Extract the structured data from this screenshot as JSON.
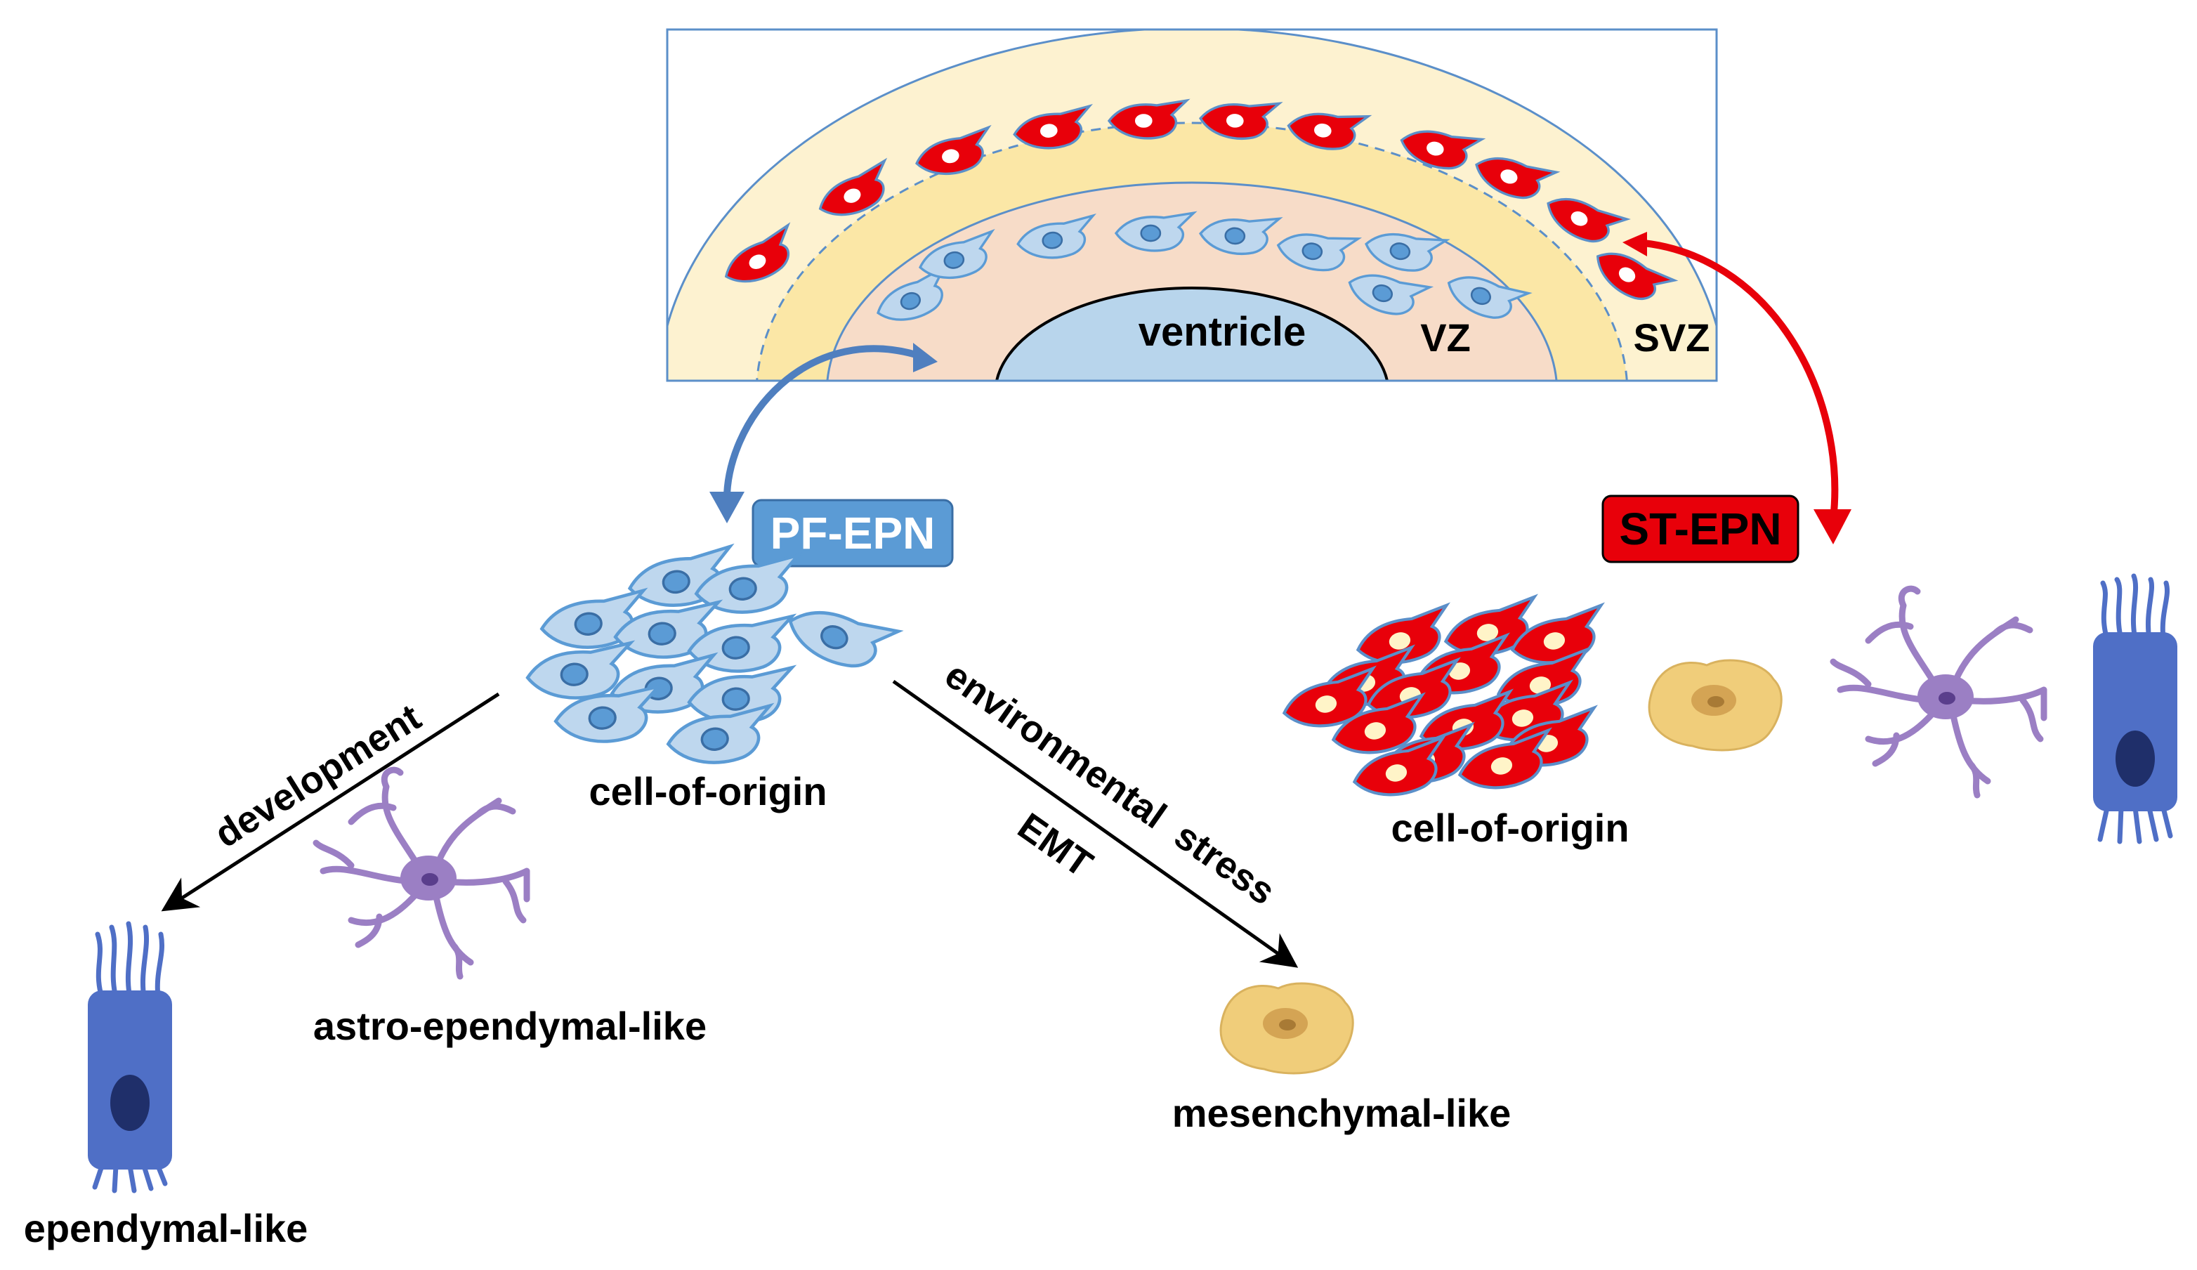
{
  "labels": {
    "ventricle": "ventricle",
    "vz": "VZ",
    "svz": "SVZ",
    "pf_epn": "PF-EPN",
    "st_epn": "ST-EPN",
    "pf_cell_of_origin": "cell-of-origin",
    "st_cell_of_origin": "cell-of-origin",
    "development": "development",
    "environmental_stress": "environmental  stress",
    "emt": "EMT",
    "astro_ependymal_like": "astro-ependymal-like",
    "ependymal_like": "ependymal-like",
    "mesenchymal_like": "mesenchymal-like"
  },
  "colors": {
    "ventricle_fill": "#b8d5ec",
    "vz_fill": "#f7dcc8",
    "svz_fill": "#fbe7a6",
    "outer_fill": "#fdf2d0",
    "pf_blue": "#5b9bd5",
    "pf_cell_fill": "#bed7ee",
    "st_red": "#e8000a",
    "st_cell_fill": "#e8000a",
    "mesenchymal_fill": "#f0cd7a",
    "astro_purple": "#9b7fc4",
    "ependymal_blue": "#4f6fc6"
  }
}
